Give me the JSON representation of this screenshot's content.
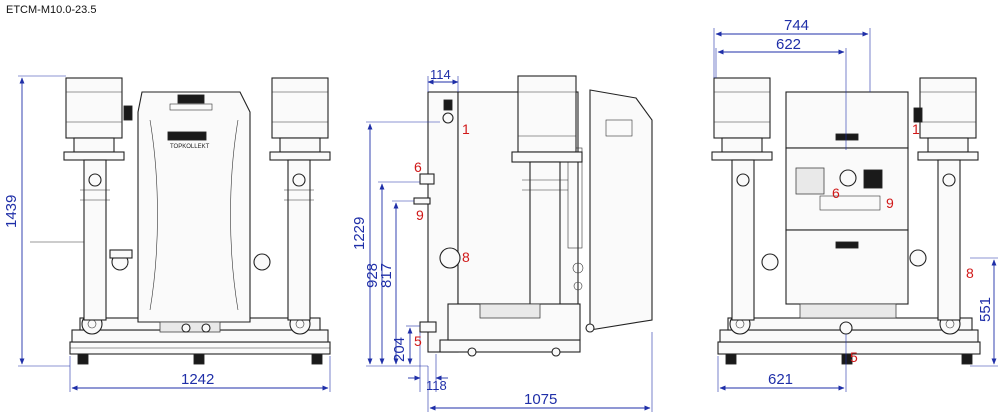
{
  "model_label": "ETCM-M10.0-23.5",
  "front_view": {
    "height_dim": "1439",
    "width_dim": "1242"
  },
  "side_view": {
    "top_dim": "114",
    "dims_vertical": [
      "1229",
      "928",
      "817",
      "204"
    ],
    "bottom_small_dim": "118",
    "bottom_dim": "1075",
    "callouts": [
      "1",
      "6",
      "9",
      "8",
      "5"
    ]
  },
  "rear_view": {
    "top_dim_outer": "744",
    "top_dim_inner": "622",
    "right_dim": "551",
    "bottom_dim": "621",
    "callouts": [
      "1",
      "6",
      "9",
      "8",
      "5"
    ]
  },
  "colors": {
    "dimension": "#1f2fa8",
    "callout": "#d01818",
    "outline": "#222222"
  }
}
